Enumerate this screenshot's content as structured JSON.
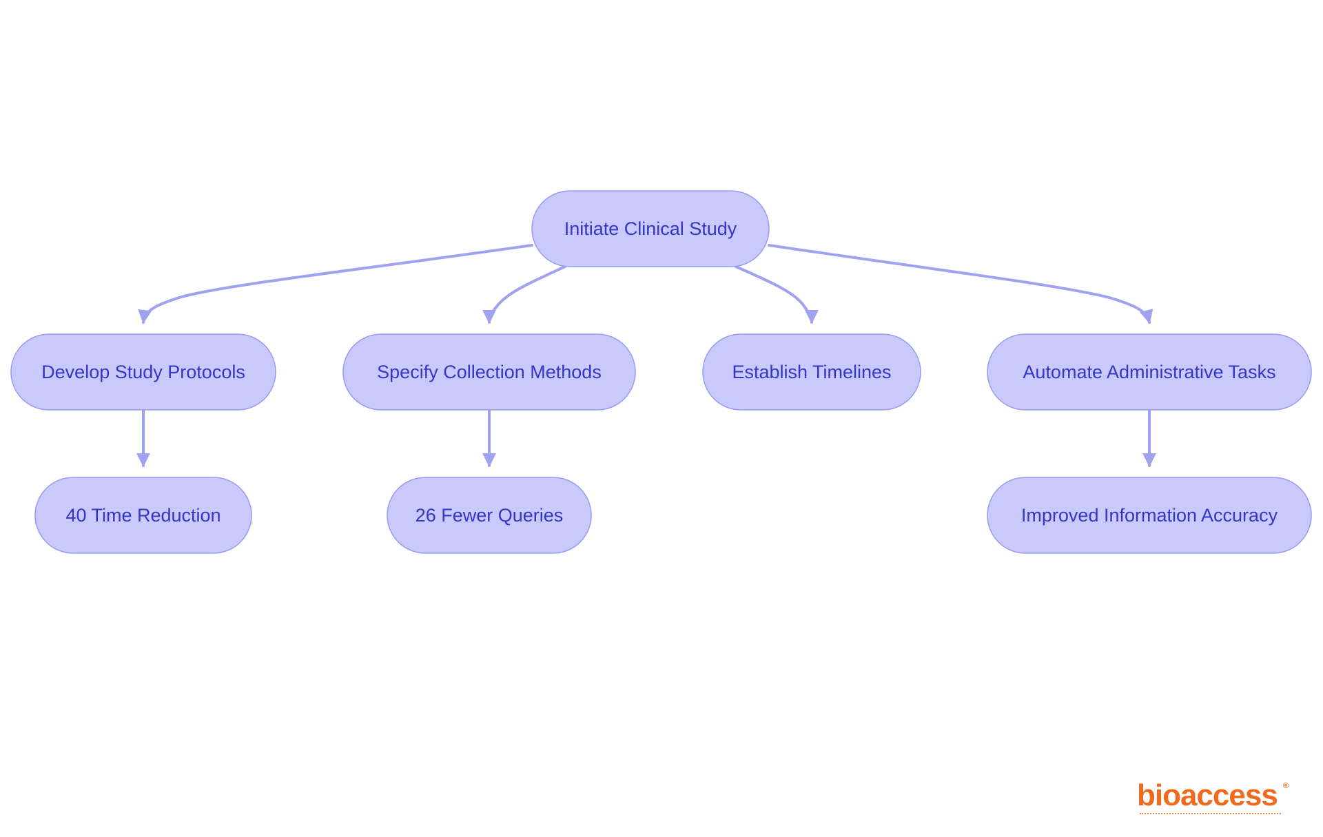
{
  "colors": {
    "node_fill": "#c9c9fc",
    "node_stroke": "#9b9ef0",
    "node_text": "#3535c8",
    "edge": "#9ea2ef",
    "logo": "#f06a1e"
  },
  "diagram": {
    "nodes": [
      {
        "id": "root",
        "label": "Initiate Clinical Study"
      },
      {
        "id": "protocols",
        "label": "Develop Study Protocols"
      },
      {
        "id": "methods",
        "label": "Specify Collection Methods"
      },
      {
        "id": "timelines",
        "label": "Establish Timelines"
      },
      {
        "id": "automate",
        "label": "Automate Administrative Tasks"
      },
      {
        "id": "time_reduction",
        "label": "40 Time Reduction"
      },
      {
        "id": "fewer_queries",
        "label": "26 Fewer Queries"
      },
      {
        "id": "accuracy",
        "label": "Improved Information Accuracy"
      }
    ],
    "edges": [
      {
        "from": "root",
        "to": "protocols"
      },
      {
        "from": "root",
        "to": "methods"
      },
      {
        "from": "root",
        "to": "timelines"
      },
      {
        "from": "root",
        "to": "automate"
      },
      {
        "from": "protocols",
        "to": "time_reduction"
      },
      {
        "from": "methods",
        "to": "fewer_queries"
      },
      {
        "from": "automate",
        "to": "accuracy"
      }
    ]
  },
  "logo": {
    "word": "bioaccess",
    "mark": "®"
  }
}
